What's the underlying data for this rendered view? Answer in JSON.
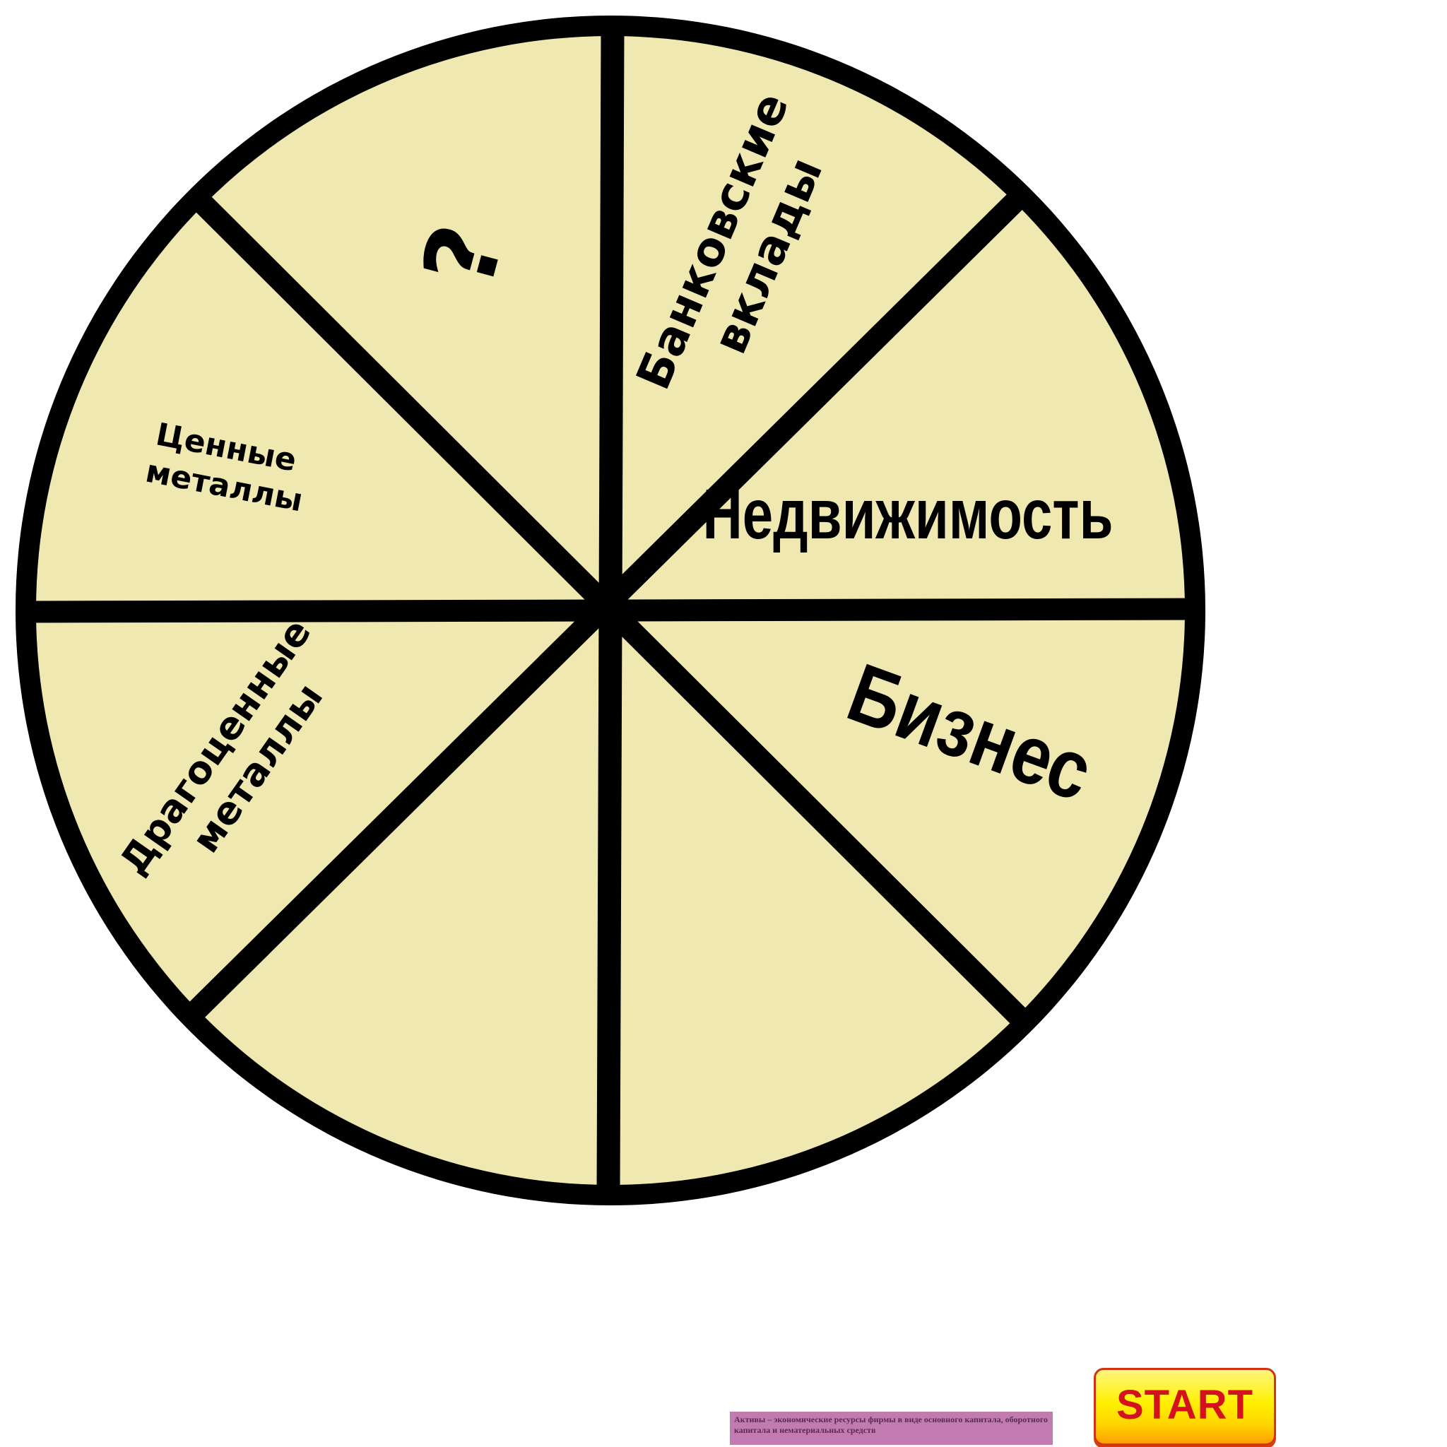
{
  "wheel": {
    "colors": {
      "rim": "#000000",
      "face": "#f0e8b1"
    },
    "sectors": [
      {
        "label_lines": [
          "?"
        ]
      },
      {
        "label_lines": [
          "Банковские",
          "вклады"
        ]
      },
      {
        "label_lines": [
          "Недвижимость"
        ]
      },
      {
        "label_lines": [
          "Бизнес"
        ]
      },
      {
        "label_lines": []
      },
      {
        "label_lines": []
      },
      {
        "label_lines": [
          "Драгоценные",
          "металлы"
        ]
      },
      {
        "label_lines": [
          "Ценные",
          "металлы"
        ]
      }
    ]
  },
  "definition": {
    "text": "Активы – экономические ресурсы фирмы в виде основного капитала, оборотного капитала и нематериальных средств",
    "background": "#c27bb0"
  },
  "start_button": {
    "label": "START"
  }
}
